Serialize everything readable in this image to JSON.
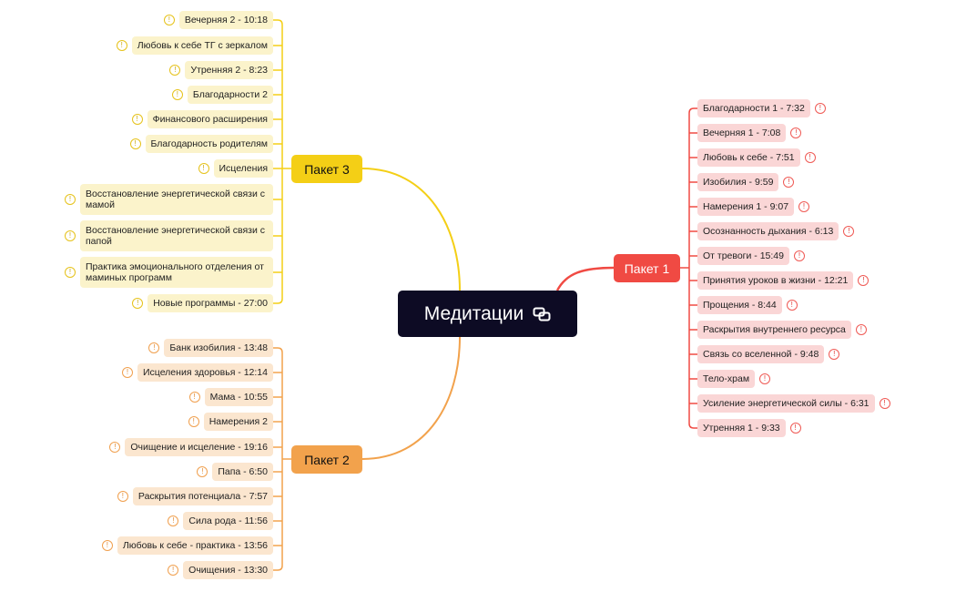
{
  "central": {
    "title": "Медитации"
  },
  "marker_glyph": "!",
  "colors": {
    "package3": "#f4cf16",
    "package2": "#f2a24c",
    "package1": "#f04a43",
    "central": "#0d0b24"
  },
  "packages": [
    {
      "label": "Пакет 3",
      "items": [
        "Вечерняя 2 - 10:18",
        "Любовь к себе ТГ с зеркалом",
        "Утренняя 2 - 8:23",
        "Благодарности 2",
        "Финансового расширения",
        "Благодарность родителям",
        "Исцеления",
        "Восстановление энергетической связи с мамой",
        "Восстановление энергетической связи с папой",
        "Практика эмоционального отделения от маминых программ",
        "Новые программы - 27:00"
      ]
    },
    {
      "label": "Пакет 2",
      "items": [
        "Банк изобилия - 13:48",
        "Исцеления здоровья - 12:14",
        "Мама - 10:55",
        "Намерения 2",
        "Очищение и исцеление - 19:16",
        "Папа - 6:50",
        "Раскрытия потенциала - 7:57",
        "Сила рода - 11:56",
        "Любовь к себе - практика - 13:56",
        "Очищения - 13:30"
      ]
    },
    {
      "label": "Пакет 1",
      "items": [
        "Благодарности 1 - 7:32",
        "Вечерняя 1 - 7:08",
        "Любовь к себе - 7:51",
        "Изобилия - 9:59",
        "Намерения 1 - 9:07",
        "Осознанность дыхания - 6:13",
        "От тревоги - 15:49",
        "Принятия уроков в жизни - 12:21",
        "Прощения - 8:44",
        "Раскрытия внутреннего ресурса",
        "Связь со вселенной - 9:48",
        "Тело-храм",
        "Усиление энергетической силы - 6:31",
        "Утренняя 1 - 9:33"
      ]
    }
  ]
}
